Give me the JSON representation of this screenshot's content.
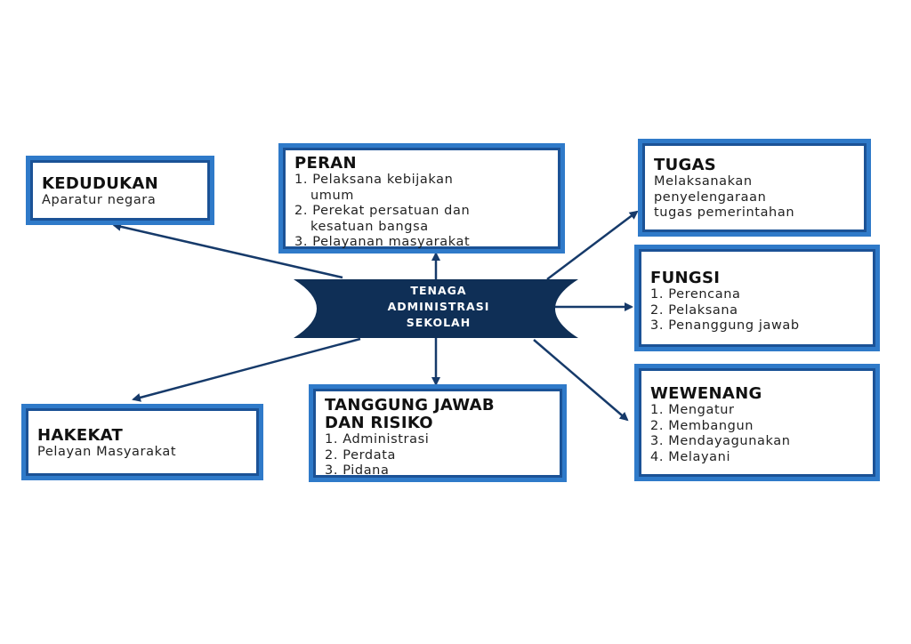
{
  "center": {
    "line1": "TENAGA",
    "line2": "ADMINISTRASI",
    "line3": "SEKOLAH"
  },
  "kedudukan": {
    "title": "KEDUDUKAN",
    "text": "Aparatur negara"
  },
  "peran": {
    "title": "PERAN",
    "item1a": "1. Pelaksana kebijakan",
    "item1b": "umum",
    "item2a": "2. Perekat persatuan dan",
    "item2b": "kesatuan bangsa",
    "item3": "3. Pelayanan masyarakat"
  },
  "tugas": {
    "title": "TUGAS",
    "line1": "Melaksanakan",
    "line2": "penyelengaraan",
    "line3": "tugas pemerintahan"
  },
  "fungsi": {
    "title": "FUNGSI",
    "items": [
      "1. Perencana",
      "2. Pelaksana",
      "3. Penanggung jawab"
    ]
  },
  "wewenang": {
    "title": "WEWENANG",
    "items": [
      "1. Mengatur",
      "2. Membangun",
      "3. Mendayagunakan",
      "4. Melayani"
    ]
  },
  "tanggung_jawab": {
    "title1": "TANGGUNG JAWAB",
    "title2": "DAN RISIKO",
    "items": [
      "1. Administrasi",
      "2. Perdata",
      "3. Pidana"
    ]
  },
  "hakekat": {
    "title": "HAKEKAT",
    "text": "Pelayan Masyarakat"
  },
  "colors": {
    "navy": "#0f2f56",
    "arrow": "#163a6a",
    "border": "#1b5296"
  }
}
